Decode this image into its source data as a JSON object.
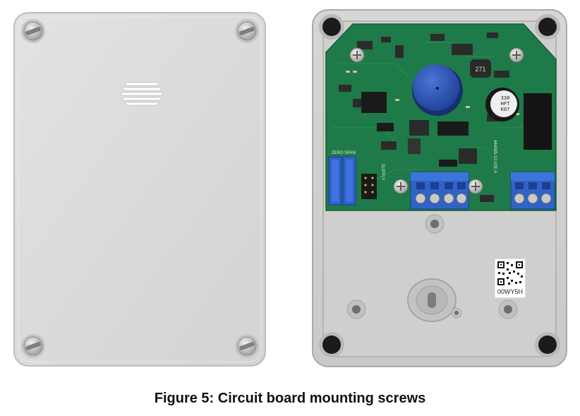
{
  "figure": {
    "caption": "Figure 5: Circuit board mounting screws"
  },
  "board_labels": {
    "zero": "ZERO",
    "span": "SPAN",
    "part_number": "444085-10 V2E A",
    "supply": "SUPPLY",
    "inductor": "271",
    "capacitor_value": "330",
    "capacitor_code": "HFT",
    "capacitor_series": "K07"
  },
  "qr_label": {
    "code": "00WY5H"
  },
  "colors": {
    "enclosure": "#d9dad8",
    "pcb": "#1f7a4a",
    "terminal": "#2f63c8",
    "buzzer": "#2b4fb0"
  }
}
